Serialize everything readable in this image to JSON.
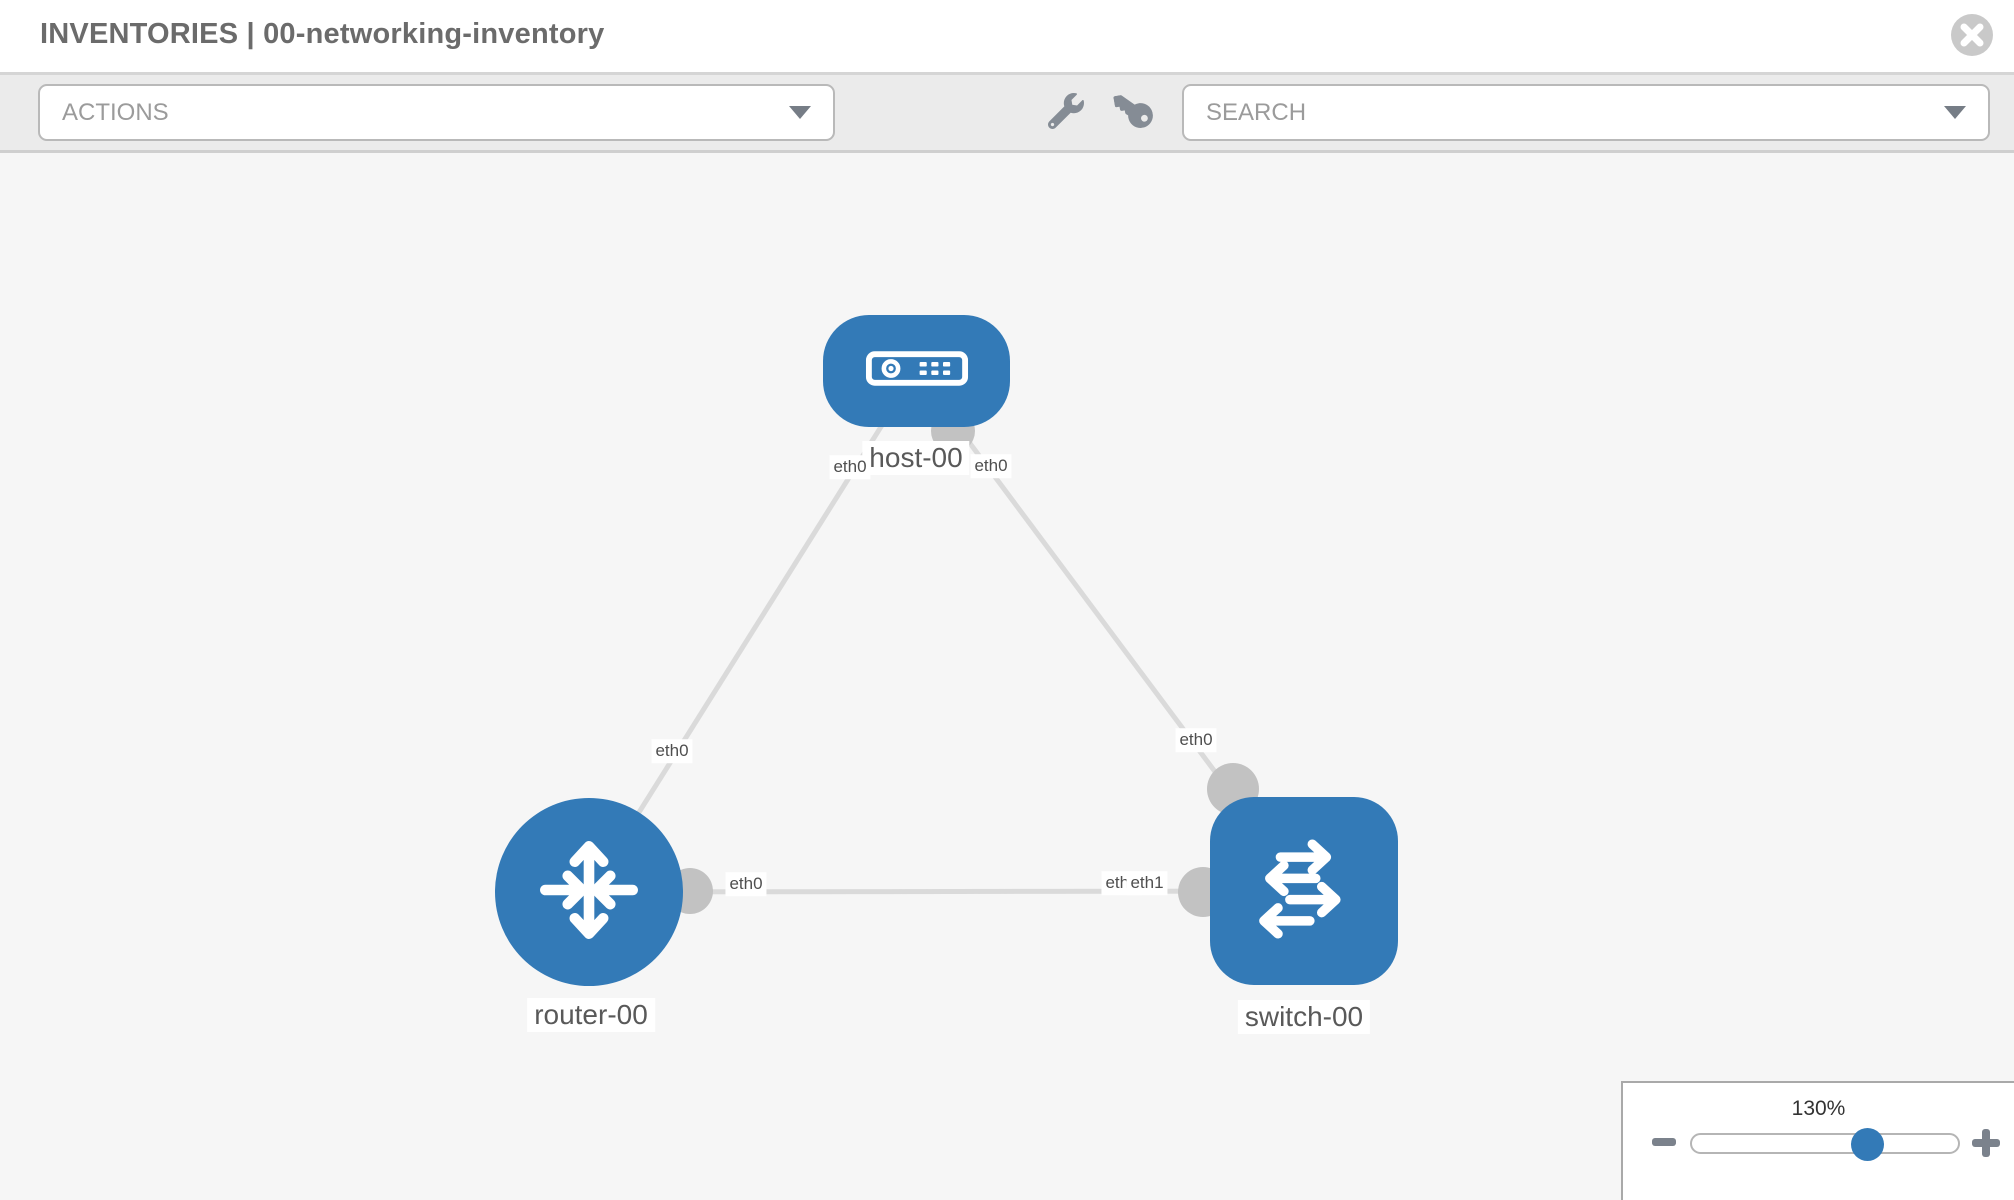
{
  "header": {
    "title": "INVENTORIES | 00-networking-inventory",
    "close_icon": "circle-x"
  },
  "toolbar": {
    "actions": {
      "label": "ACTIONS"
    },
    "search": {
      "label": "SEARCH"
    },
    "icons": [
      {
        "name": "wrench"
      },
      {
        "name": "key"
      }
    ]
  },
  "diagram": {
    "nodes": [
      {
        "id": "host-00",
        "label": "host-00",
        "type": "host"
      },
      {
        "id": "router-00",
        "label": "router-00",
        "type": "router"
      },
      {
        "id": "switch-00",
        "label": "switch-00",
        "type": "switch"
      }
    ],
    "links": [
      {
        "source": "host-00",
        "target": "router-00"
      },
      {
        "source": "host-00",
        "target": "switch-00"
      },
      {
        "source": "router-00",
        "target": "switch-00"
      }
    ],
    "interface_labels": [
      {
        "text": "eth0",
        "near": "host-00-left"
      },
      {
        "text": "eth0",
        "near": "host-00-right"
      },
      {
        "text": "eth0",
        "near": "link-host-router-mid"
      },
      {
        "text": "eth0",
        "near": "switch-00-top"
      },
      {
        "text": "eth0",
        "near": "router-00-right"
      },
      {
        "text": "eth0",
        "near": "switch-00-left-under"
      },
      {
        "text": "eth1",
        "near": "switch-00-left"
      }
    ],
    "colors": {
      "node": "#337ab7",
      "link": "#dadada",
      "connector": "#c2c2c2"
    }
  },
  "zoom": {
    "level": "130%",
    "minus_icon": "zoom-out-minus",
    "plus_icon": "zoom-in-plus",
    "thumb_color": "#337ab7"
  }
}
